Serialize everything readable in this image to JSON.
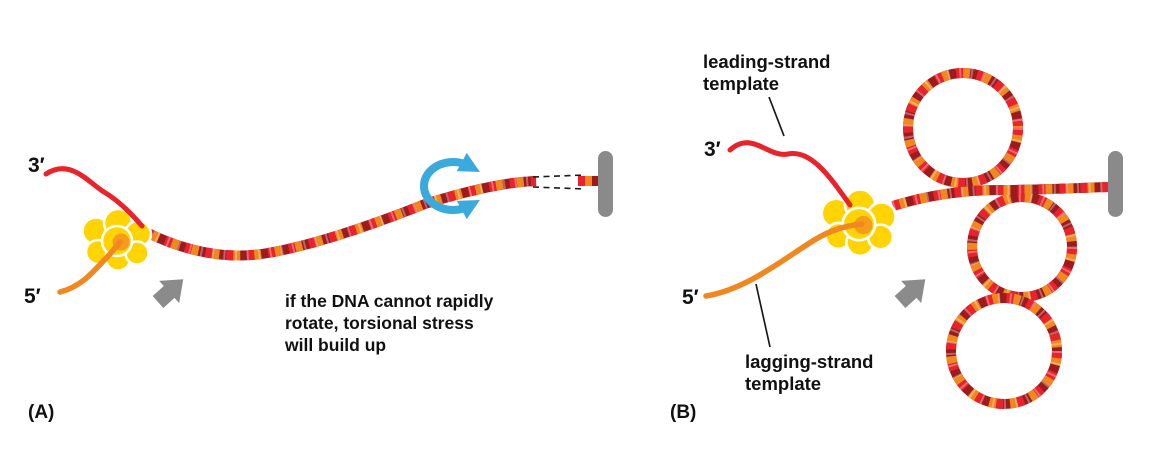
{
  "figure": {
    "description": "DNA replication fork torsional stress diagram"
  },
  "panel_a": {
    "label": "(A)",
    "three_prime": "3′",
    "five_prime": "5′",
    "caption": {
      "lines": [
        "if the DNA cannot rapidly",
        "rotate, torsional stress",
        "will build up"
      ]
    }
  },
  "panel_b": {
    "label": "(B)",
    "three_prime": "3′",
    "five_prime": "5′",
    "leading_label": {
      "lines": [
        "leading-strand",
        "template"
      ]
    },
    "lagging_label": {
      "lines": [
        "lagging-strand",
        "template"
      ]
    }
  },
  "colors": {
    "strand_red": "#e8232b",
    "strand_orange": "#f0871f",
    "strand_dark_red": "#9b1b1f",
    "protein_yellow": "#ffd402",
    "protein_core_orange": "#f59c1c",
    "rotation_blue": "#3aa9dc",
    "anchor_gray": "#8a8a8a",
    "arrow_gray": "#8b8b8b",
    "text_black": "#111111"
  }
}
